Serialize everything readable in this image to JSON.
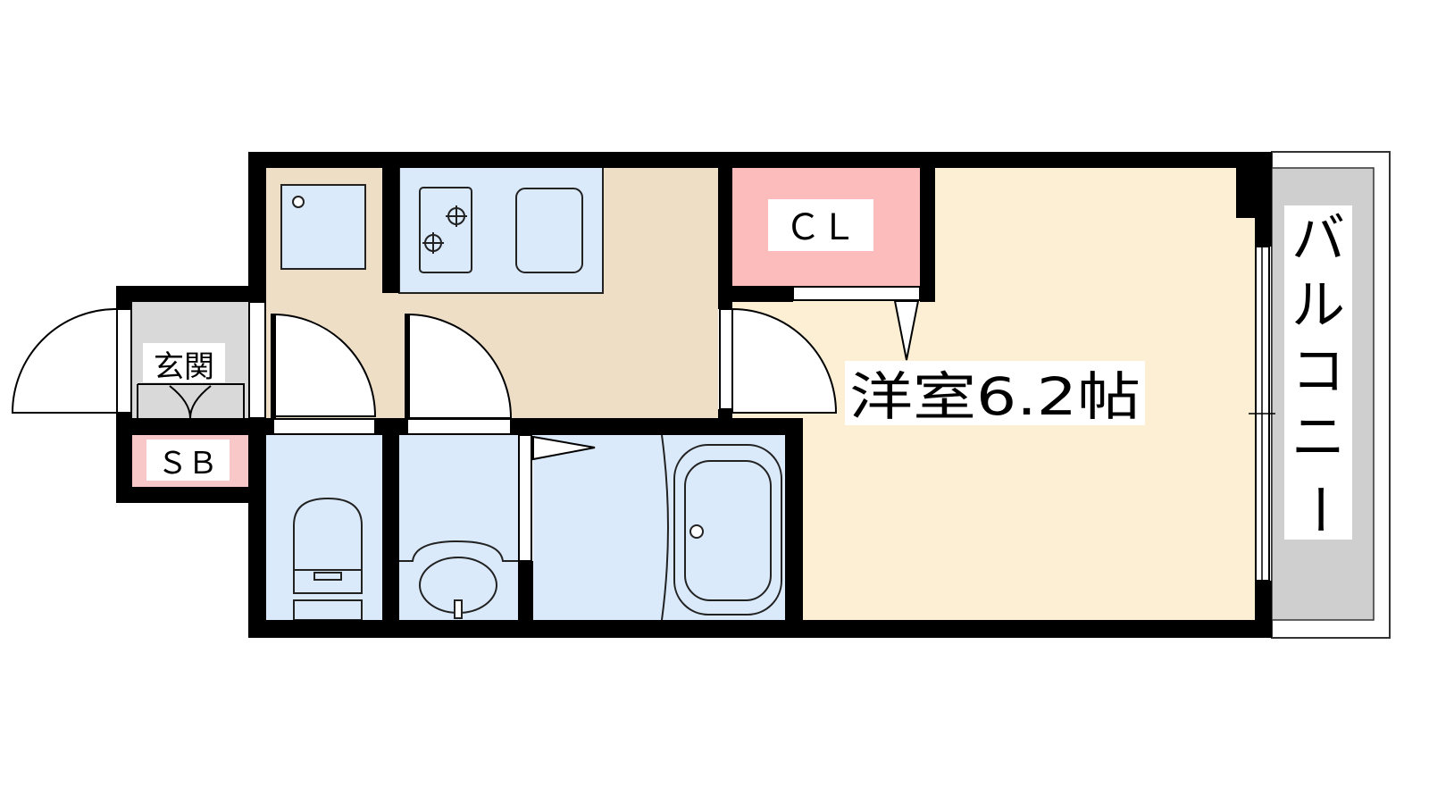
{
  "labels": {
    "entrance": "玄関",
    "shoe_box": "ＳＢ",
    "closet": "ＣＬ",
    "western_room": "洋室6.2帖",
    "balcony": [
      "バ",
      "ル",
      "コ",
      "ニ",
      "ー"
    ]
  },
  "colors": {
    "wall": "#000000",
    "kitchen_floor": "#eedec6",
    "western_room_floor": "#fcefd4",
    "wet_area": "#dbeafb",
    "closet_fill": "#fcbcbc",
    "shoe_box_fill": "#f8c7c7",
    "entrance_floor": "#d9d9d9",
    "balcony_floor": "#cfcfcf"
  }
}
